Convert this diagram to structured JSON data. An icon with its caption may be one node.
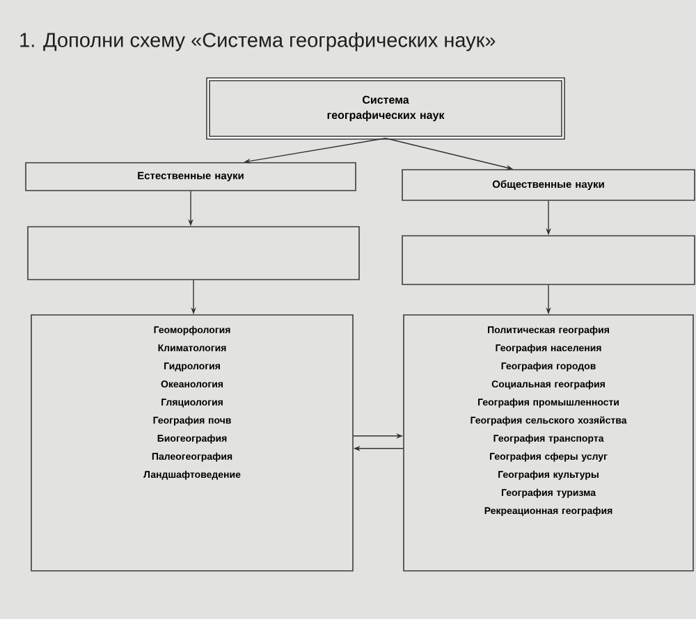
{
  "diagram": {
    "title": "1. Дополни схему «Система географических наук»",
    "nodes": [
      {
        "text": [
          "Система географических наук"
        ]
      },
      {
        "text": [
          "Естественные науки"
        ]
      },
      {
        "text": [
          "Общественные науки"
        ]
      },
      {
        "text": [],
        "shape": "box"
      },
      {
        "text": [],
        "shape": "box"
      },
      {
        "text": [
          "Геоморфология",
          "Климатология",
          "Гидрология",
          "Океанология",
          "Гляциология",
          "География почв",
          "Биогеография",
          "Палеогеография",
          "Ландшафтоведение"
        ]
      },
      {
        "text": [
          "Политическая география",
          "География населения",
          "География городов",
          "Социальная география",
          "География промышленности",
          "География сельского хозяйства",
          "География транспорта",
          "География сферы услуг",
          "География культуры",
          "География туризма",
          "Рекреационная география"
        ]
      }
    ],
    "edges": [
      {
        "from": 0,
        "to": 1,
        "arrow": "to"
      },
      {
        "from": 0,
        "to": 2,
        "arrow": "to"
      },
      {
        "from": 1,
        "to": 3,
        "arrow": "to"
      },
      {
        "from": 2,
        "to": 4,
        "arrow": "to"
      },
      {
        "from": 3,
        "to": 5,
        "arrow": "to"
      },
      {
        "from": 4,
        "to": 6,
        "arrow": "to"
      },
      {
        "from": 5,
        "to": 6,
        "arrow": "to"
      },
      {
        "from": 6,
        "to": 5,
        "arrow": "to"
      }
    ]
  }
}
